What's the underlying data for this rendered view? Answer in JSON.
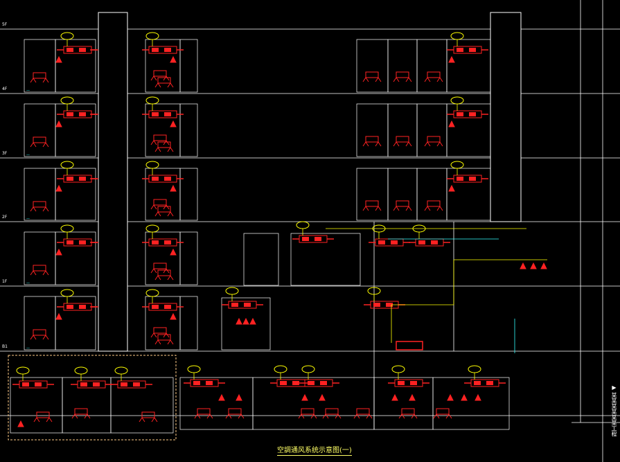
{
  "drawing": {
    "title": "空調通风系统示意图(一)",
    "sidebar_text": "▶ 某某某某某某工程"
  },
  "colors": {
    "background": "#000000",
    "wall": "#ffffff",
    "equipment": "#ff2222",
    "duct": "#ffff00",
    "pipe": "#33ffff",
    "highlight_box": "#ffcc88"
  },
  "floors": [
    {
      "label": "5F"
    },
    {
      "label": "4F"
    },
    {
      "label": "3F"
    },
    {
      "label": "2F"
    },
    {
      "label": "1F"
    },
    {
      "label": "B1"
    }
  ]
}
